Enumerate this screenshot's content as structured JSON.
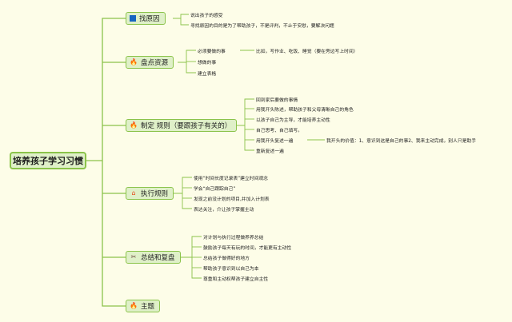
{
  "root": "培养孩子学习习惯",
  "branches": [
    {
      "label": "找原因",
      "icon": "flag-icon",
      "children": [
        "说出孩子的感受",
        "寻找原因的目的是为了帮助孩子，不是评判，不止于安慰，要解决问题"
      ]
    },
    {
      "label": "盘点资源",
      "icon": "fire-icon",
      "children": [
        "必须要做的事",
        "想做的事",
        "建立表格"
      ],
      "note": "比如，写作业、吃饭、睡觉（要在旁边写上时间）"
    },
    {
      "label": "制定 规则（要跟孩子有关的）",
      "icon": "fire-icon",
      "children": [
        "回到家后要做的事情",
        "用我开头陈述，帮助孩子和父母清晰自己的角色",
        "以孩子自己为主导，才能培养主动性",
        "自己思考、自己填写。",
        "用我开头复述一遍",
        "重新复述一遍"
      ],
      "note": "我开头的价值：1、意识到这是自己的事2、我来主动完成，别人只是助手"
    },
    {
      "label": "执行规则",
      "icon": "home-icon",
      "children": [
        "使用“时间长度记录表”建立时间观念",
        "学会“自己跟踪自己”",
        "发现之前没计划的项目,并加入计划表",
        "表达关注，介让孩子掌握主动"
      ]
    },
    {
      "label": "总结和复盘",
      "icon": "tools-icon",
      "children": [
        "对计划与执行过程做养养总结",
        "鼓励孩子每天有玩的时间，才能更有主动性",
        "总结孩子做得好的地方",
        "帮助孩子意识到以自己为本",
        "尊重和主动权帮孩子建立自主性"
      ]
    },
    {
      "label": "主题",
      "icon": "fire-icon",
      "children": []
    }
  ]
}
